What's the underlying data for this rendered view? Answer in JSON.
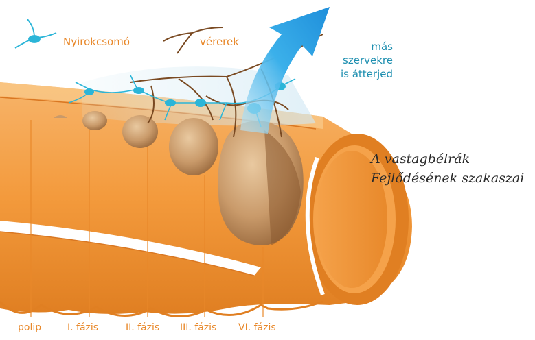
{
  "legend": {
    "lymph_node": "Nyirokcsomó",
    "vessels": "vérerek"
  },
  "spread": [
    "más",
    "szervekre",
    "is átterjed"
  ],
  "title_lines": [
    "A vastagbélrák",
    "Fejlődésének szakaszai"
  ],
  "stages": [
    {
      "label": "polip"
    },
    {
      "label": "I. fázis"
    },
    {
      "label": "II. fázis"
    },
    {
      "label": "III. fázis"
    },
    {
      "label": "VI. fázis"
    }
  ],
  "colors": {
    "label_orange": "#e8882a",
    "colon_orange": "#f39a3c",
    "lymph_blue": "#2bb5d8",
    "arrow_blue": "#1f9be0",
    "vessel_brown": "#7a4a22",
    "tumor_tan": "#c99a6a"
  }
}
